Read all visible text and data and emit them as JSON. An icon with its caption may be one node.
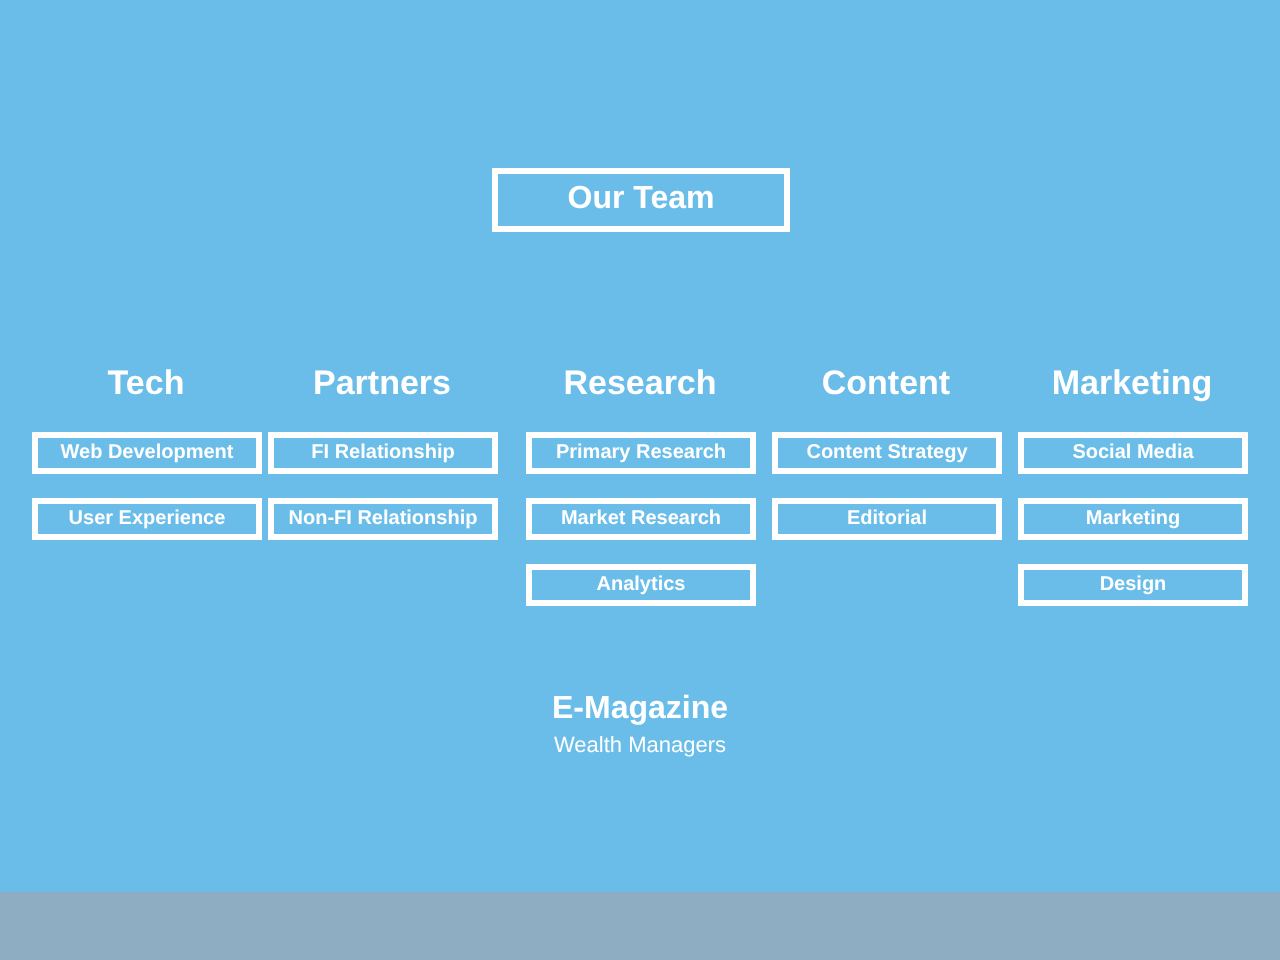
{
  "diagram": {
    "nodes": [
      {
        "text": [
          "Our Team"
        ]
      },
      {
        "text": [
          "Web Development"
        ]
      },
      {
        "text": [
          "FI Relationship"
        ]
      },
      {
        "text": [
          "Primary Research"
        ]
      },
      {
        "text": [
          "Content Strategy"
        ]
      },
      {
        "text": [
          "Social Media"
        ]
      },
      {
        "text": [
          "User Experience"
        ]
      },
      {
        "text": [
          "Non-FI Relationship"
        ]
      },
      {
        "text": [
          "Market Research"
        ]
      },
      {
        "text": [
          "Editorial"
        ]
      },
      {
        "text": [
          "Marketing"
        ]
      },
      {
        "text": [
          "Analytics"
        ]
      },
      {
        "text": [
          "Design"
        ]
      }
    ],
    "labels": [
      "Tech",
      "Partners",
      "Research",
      "Content",
      "Marketing",
      "E-Magazine",
      "Wealth Managers"
    ]
  }
}
